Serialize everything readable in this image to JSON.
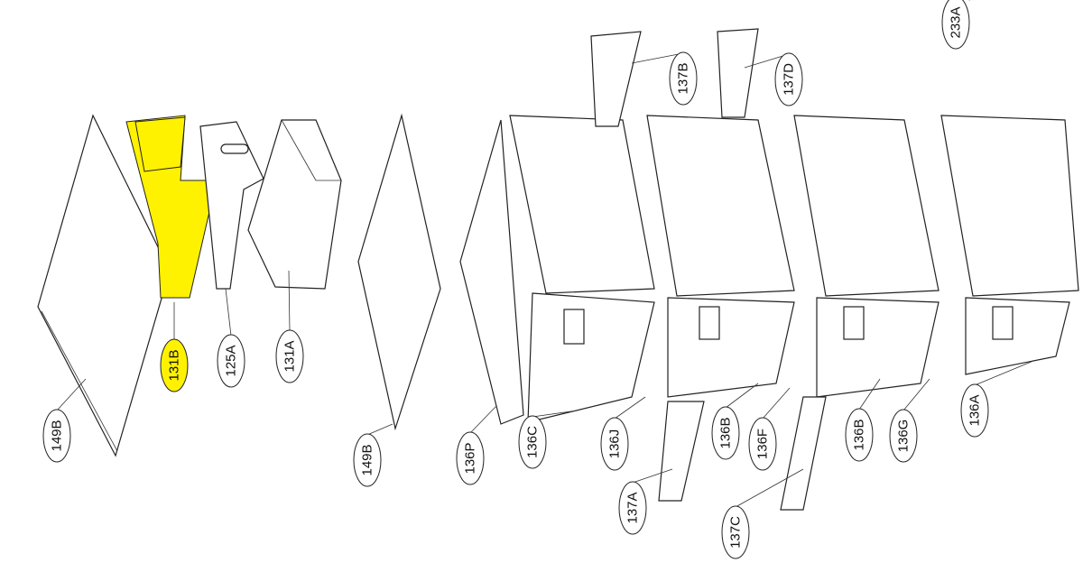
{
  "diagram": {
    "highlight_color": "#fff200",
    "highlighted_part": "131B",
    "callouts": [
      "149B",
      "131B",
      "125A",
      "131A",
      "149B",
      "136P",
      "136C",
      "136J",
      "137A",
      "136B",
      "136F",
      "137C",
      "136B",
      "136G",
      "136A",
      "137B",
      "137D",
      "233A"
    ]
  }
}
